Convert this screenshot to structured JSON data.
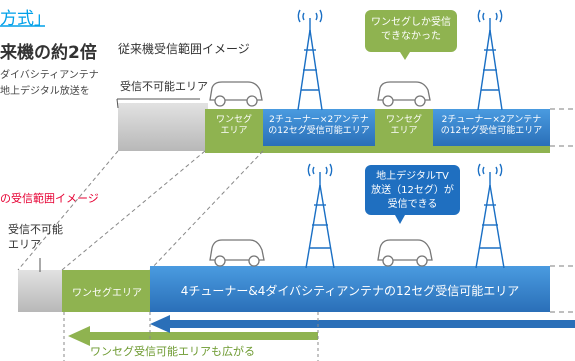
{
  "header": {
    "title_fragment": "方式」",
    "headline_fragment": "来機の約2倍",
    "desc_line1": "ダイバシティアンテナ",
    "desc_line2": "地上デジタル放送を"
  },
  "old_section": {
    "title": "従来機受信範囲イメージ",
    "no_reception_label": "受信不可能エリア",
    "oneseg_label_1": "ワンセグ\nエリア",
    "fullseg_label_1": "2チューナー×2アンテナ\nの12セグ受信可能エリア",
    "oneseg_label_2": "ワンセグ\nエリア",
    "fullseg_label_2": "2チューナー×2アンテナ\nの12セグ受信可能エリア",
    "callout": "ワンセグしか受信\nできなかった"
  },
  "new_section": {
    "title_fragment": "の受信範囲イメージ",
    "no_reception_label": "受信不可能\nエリア",
    "oneseg_label": "ワンセグエリア",
    "fullseg_label": "4チューナー&4ダイバシティアンテナの12セグ受信可能エリア",
    "callout": "地上デジタルTV\n放送（12セグ）が\n受信できる"
  },
  "footer": {
    "arrow_label": "ワンセグ受信可能エリアも広がる"
  },
  "colors": {
    "cyan_title": "#00a0e9",
    "green": "#8fb350",
    "blue": "#2f7fcf",
    "gray": "#c8c8c8",
    "red_title": "#e60033"
  }
}
